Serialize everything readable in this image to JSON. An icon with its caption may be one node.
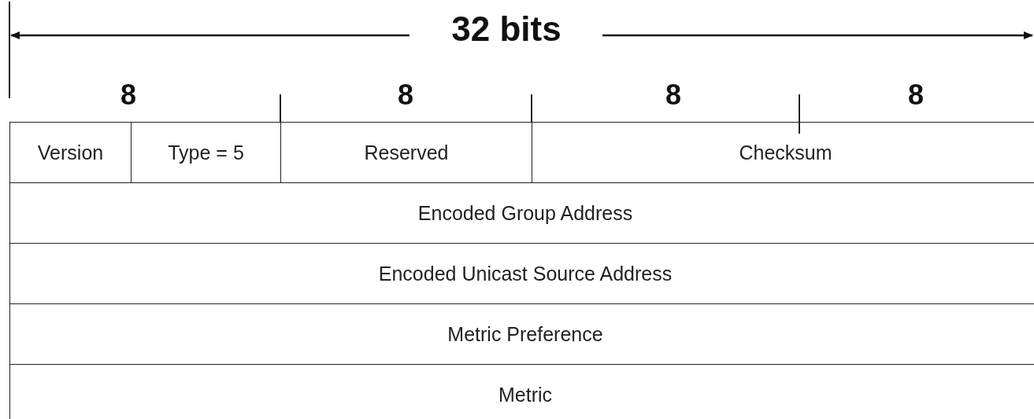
{
  "diagram": {
    "nodes": [
      {
        "text": [
          "Version"
        ]
      },
      {
        "text": [
          "Type = 5"
        ]
      },
      {
        "text": [
          "Reserved"
        ]
      },
      {
        "text": [
          "Checksum"
        ]
      },
      {
        "text": [
          "Encoded Group Address"
        ]
      },
      {
        "text": [
          "Encoded Unicast Source Address"
        ]
      },
      {
        "text": [
          "Metric Preference"
        ]
      },
      {
        "text": [
          "Metric"
        ]
      }
    ],
    "edges": [],
    "labels": [
      "32 bits",
      "8",
      "8",
      "8",
      "8"
    ]
  }
}
